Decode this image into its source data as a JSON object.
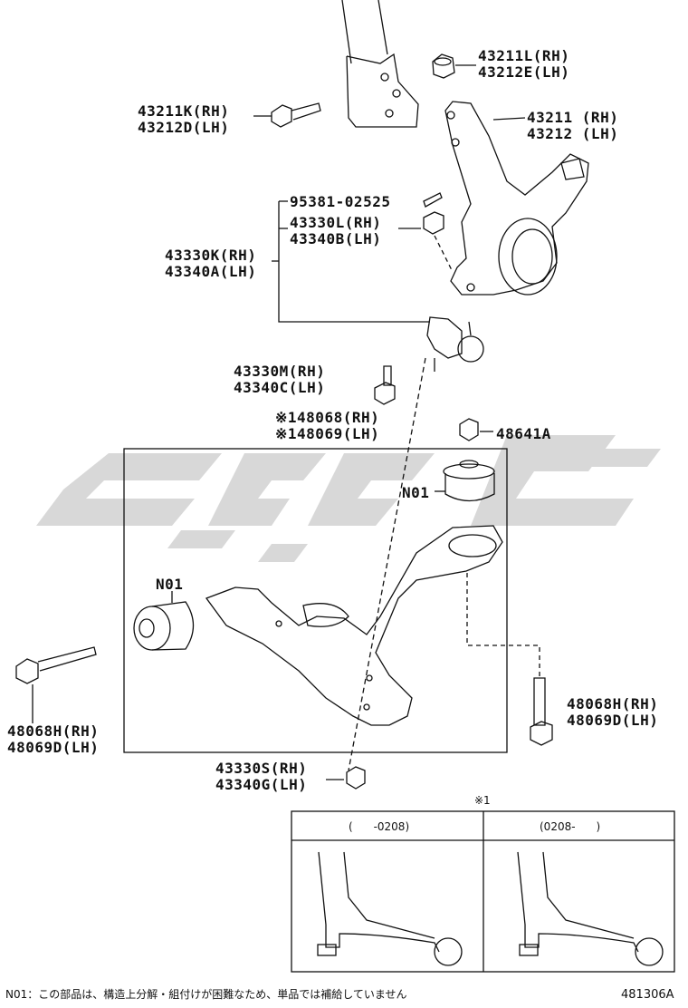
{
  "labels": {
    "p43211L": "43211L(RH)",
    "p43212E": "43212E(LH)",
    "p43211K": "43211K(RH)",
    "p43212D": "43212D(LH)",
    "p43211": "43211 (RH)",
    "p43212": "43212 (LH)",
    "p95381": "95381-02525",
    "p43330L": "43330L(RH)",
    "p43340B": "43340B(LH)",
    "p43330K": "43330K(RH)",
    "p43340A": "43340A(LH)",
    "p43330M": "43330M(RH)",
    "p43340C": "43340C(LH)",
    "p48068": "※148068(RH)",
    "p48069": "※148069(LH)",
    "p48641A": "48641A",
    "n01a": "N01",
    "n01b": "N01",
    "p48068H_left": "48068H(RH)",
    "p48069D_left": "48069D(LH)",
    "p48068H_right": "48068H(RH)",
    "p48069D_right": "48069D(LH)",
    "p43330S": "43330S(RH)",
    "p43340G": "43340G(LH)"
  },
  "inset": {
    "marker": "※1",
    "col1": "(      -0208)",
    "col2": "(0208-      )"
  },
  "footer": {
    "note": "N01：この部品は、構造上分解・組付けが困難なため、単品では補給していません",
    "code": "481306A"
  },
  "colors": {
    "line": "#111111",
    "watermark": "#d9d9d9"
  }
}
